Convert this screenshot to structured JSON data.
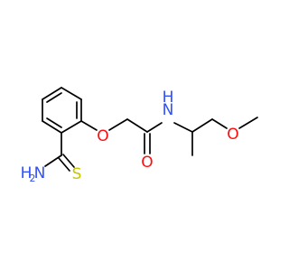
{
  "structure": {
    "atoms": {
      "ether_oxygen": "O",
      "carbonyl_oxygen": "O",
      "amide_nitrogen": "N",
      "amide_hydrogen": "H",
      "methoxy_oxygen": "O",
      "thioamide_sulfur": "S",
      "amine_h": "H",
      "amine_n": "N",
      "amine_subscript": "2"
    },
    "colors": {
      "bond": "#000000",
      "oxygen": "#ff0d0d",
      "nitrogen": "#3050f8",
      "sulfur": "#c6c600"
    }
  }
}
